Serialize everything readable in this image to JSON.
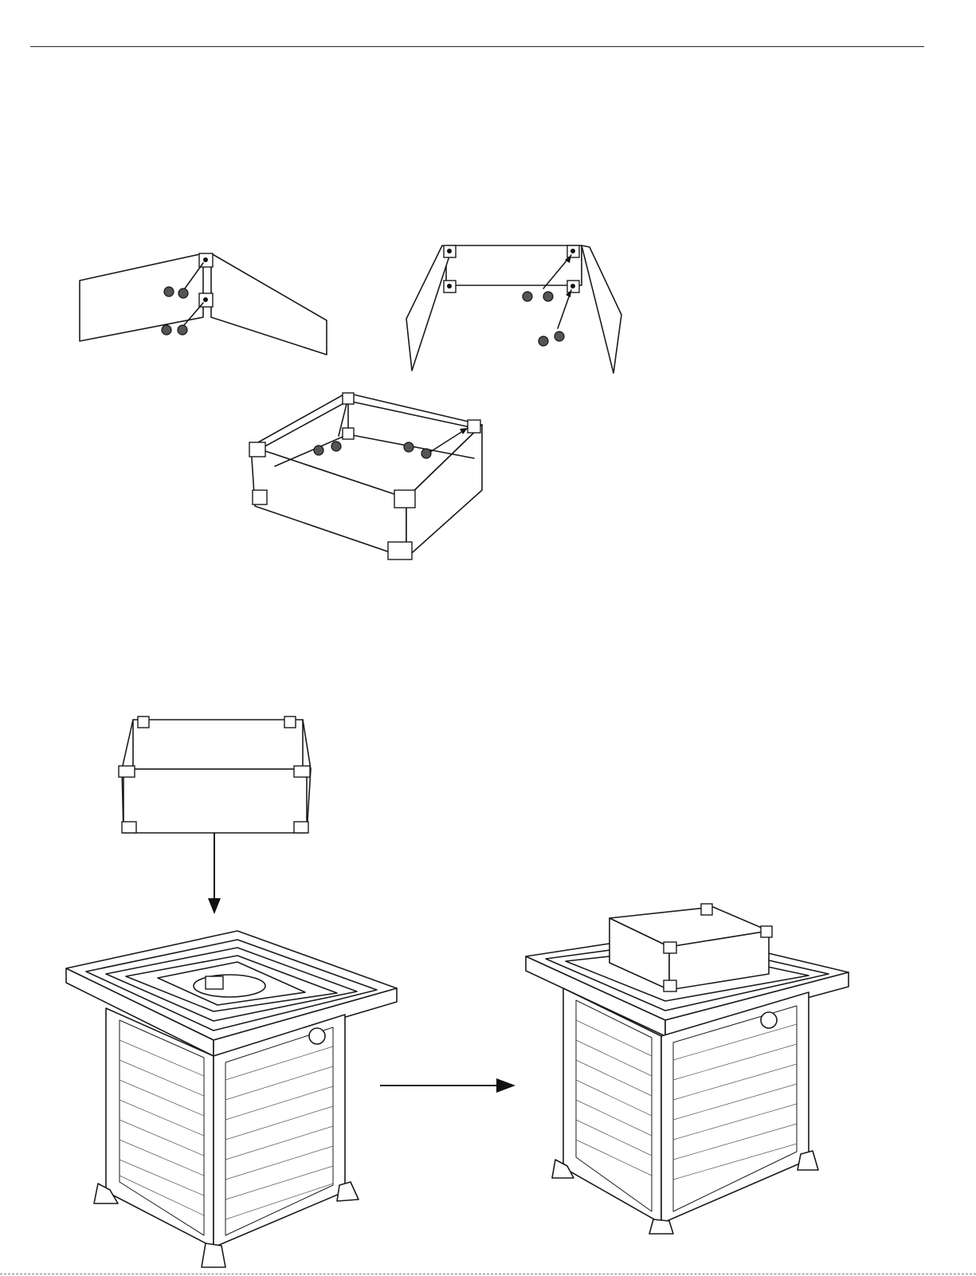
{
  "page": {
    "figures": [
      {
        "id": "step-two-panels",
        "description_name": "two-panel-assembly"
      },
      {
        "id": "step-three-panels",
        "description_name": "three-panel-assembly"
      },
      {
        "id": "step-box",
        "description_name": "assembled-glass-wind-guard"
      },
      {
        "id": "step-guard-lowered",
        "description_name": "wind-guard-over-fire-pit"
      },
      {
        "id": "step-fire-pit",
        "description_name": "fire-pit-table"
      },
      {
        "id": "step-final",
        "description_name": "fire-pit-with-wind-guard"
      }
    ]
  },
  "colors": {
    "line": "#1a1a1a",
    "paper": "#ffffff",
    "weave": "#555555"
  }
}
